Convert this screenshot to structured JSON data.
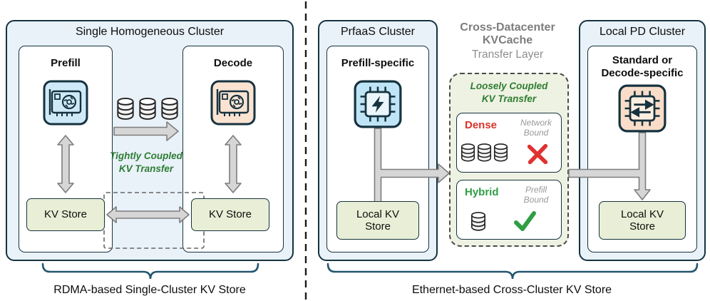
{
  "colors": {
    "panel_bg": "#e9f1f9",
    "panel_border": "#16323f",
    "kv_store_bg": "#e9efd6",
    "transfer_note_green": "#2e7d32",
    "dense_red": "#d9342b",
    "hybrid_green": "#2f9e44",
    "middle_title_gray": "#7d7d7d",
    "arrow_fill": "#d6d6d6",
    "arrow_stroke": "#7d7d7d",
    "brace": "#24566e",
    "blue_icon_bg": "#cfe9f8",
    "orange_icon_bg": "#fbe3d2"
  },
  "left": {
    "title": "Single Homogeneous Cluster",
    "prefill_title": "Prefill",
    "decode_title": "Decode",
    "kv_store_left": "KV Store",
    "kv_store_right": "KV Store",
    "transfer_note": "Tightly Coupled\nKV Transfer",
    "brace_label": "RDMA-based Single-Cluster KV Store"
  },
  "right": {
    "prfaas_title": "PrfaaS Cluster",
    "prfaas_subtitle": "Prefill-specific",
    "prfaas_kv": "Local KV\nStore",
    "middle_title_bold": "Cross-Datacenter\nKVCache",
    "middle_title_light": "Transfer Layer",
    "transfer_note": "Loosely Coupled\nKV Transfer",
    "dense_label": "Dense",
    "dense_note": "Network\nBound",
    "hybrid_label": "Hybrid",
    "hybrid_note": "Prefill\nBound",
    "pd_title": "Local PD Cluster",
    "pd_subtitle": "Standard or\nDecode-specific",
    "pd_kv": "Local KV\nStore",
    "brace_label": "Ethernet-based Cross-Cluster KV Store"
  }
}
